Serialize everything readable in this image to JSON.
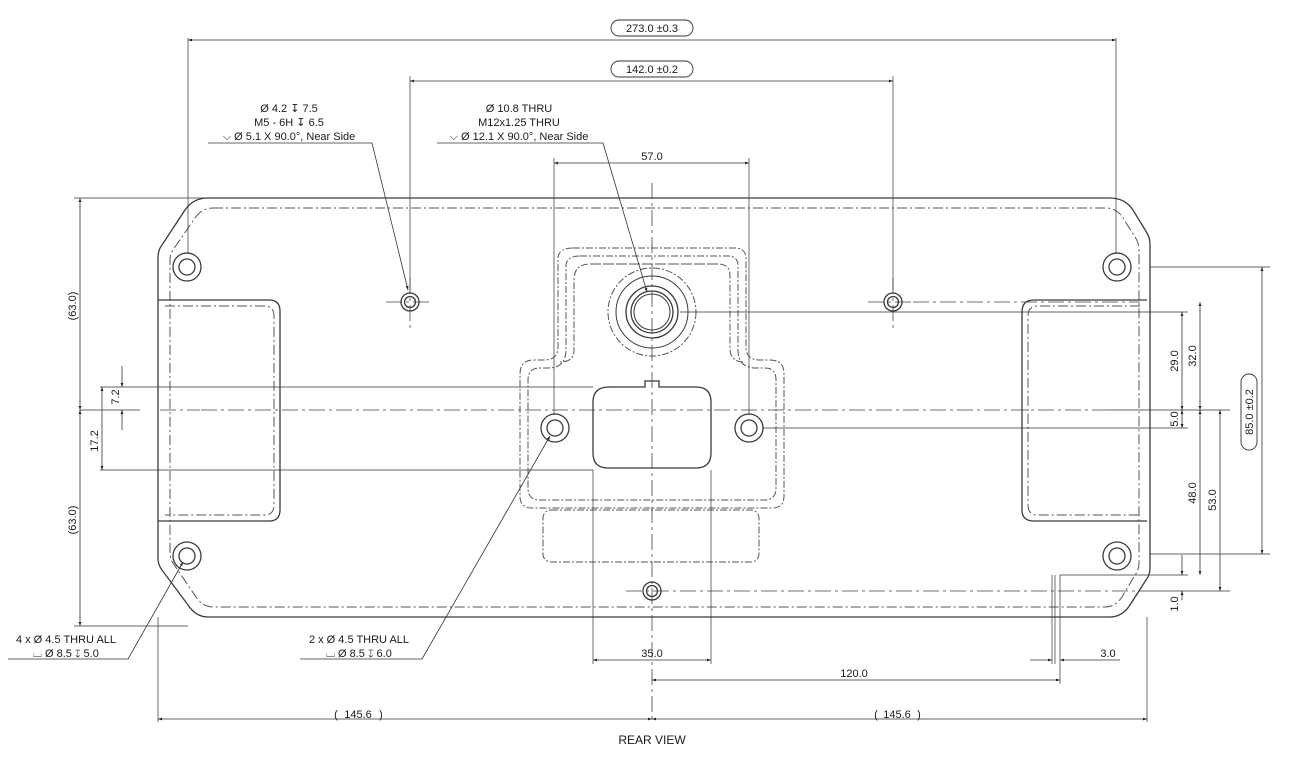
{
  "view_title": "REAR VIEW",
  "dimensions": {
    "overall_width": "273.0 ±0.3",
    "hole_spacing": "142.0 ±0.2",
    "center_port_width": "57.0",
    "overall_height": "85.0 ±0.2",
    "left_upper_ref": "(63.0)",
    "left_lower_ref": "(63.0)",
    "offset_small": "7.2",
    "offset_left": "17.2",
    "right_29": "29.0",
    "right_32": "32.0",
    "right_5": "5.0",
    "right_48": "48.0",
    "right_53": "53.0",
    "right_1": "1.0",
    "slot_width": "35.0",
    "bottom_120": "120.0",
    "bottom_3": "3.0",
    "half_left": "145.6",
    "half_right": "145.6"
  },
  "callouts": {
    "top_left_hole": [
      "Ø 4.2 ↧ 7.5",
      "M5 - 6H ↧ 6.5",
      "⌵ Ø 5.1 X 90.0°, Near Side"
    ],
    "center_hole": [
      "Ø 10.8 THRU",
      "M12x1.25  THRU",
      "⌵ Ø 12.1 X 90.0°, Near Side"
    ],
    "corner_holes": [
      "4 x Ø 4.5 THRU ALL",
      "⌴ Ø 8.5 ↧ 5.0"
    ],
    "center_mount_holes": [
      "2 x Ø 4.5 THRU ALL",
      "⌴ Ø 8.5 ↧ 6.0"
    ]
  }
}
